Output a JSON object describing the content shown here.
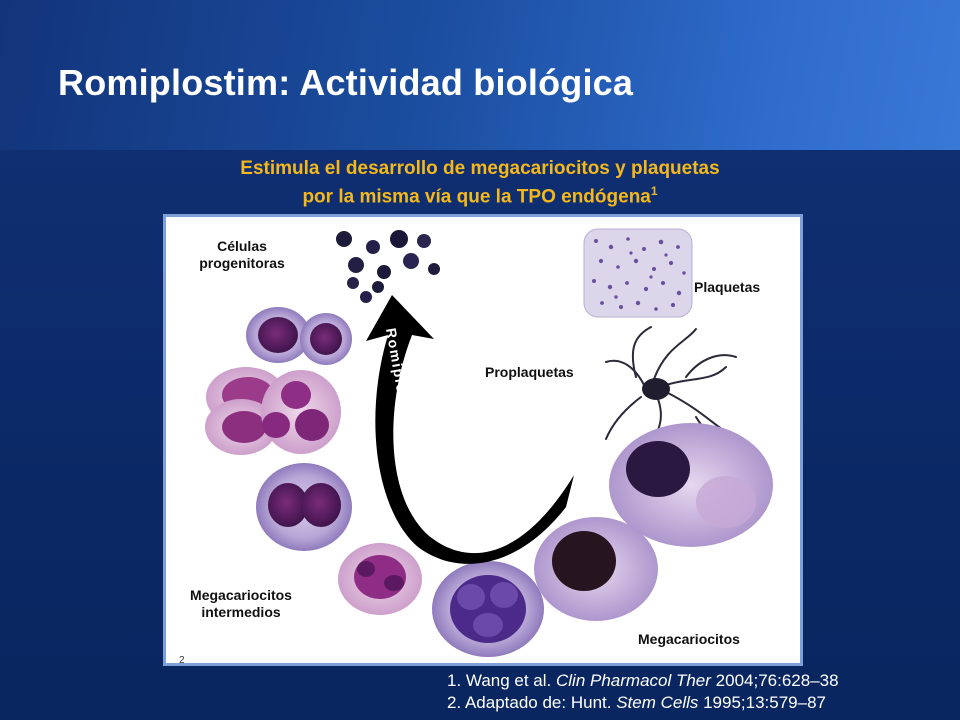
{
  "slide": {
    "title": "Romiplostim: Actividad biológica",
    "subtitle_line1": "Estimula el desarrollo de megacariocitos y plaquetas",
    "subtitle_line2": "por la misma vía que la TPO endógena",
    "subtitle_sup": "1",
    "slide_number": "2"
  },
  "figure": {
    "label_progenitoras_1": "Células",
    "label_progenitoras_2": "progenitoras",
    "label_plaquetas": "Plaquetas",
    "label_proplaquetas": "Proplaquetas",
    "label_intermedios_1": "Megacariocitos",
    "label_intermedios_2": "intermedios",
    "label_megacariocitos": "Megacariocitos",
    "arrow_label": "Romiplostim"
  },
  "references": [
    {
      "prefix": "1. Wang et al. ",
      "journal": "Clin Pharmacol Ther",
      "suffix": " 2004;76:628–38"
    },
    {
      "prefix": "2. Adaptado de: Hunt. ",
      "journal": "Stem Cells",
      "suffix": " 1995;13:579–87"
    }
  ],
  "colors": {
    "title": "#ffffff",
    "subtitle": "#f4b81c",
    "background": "#0c2a6b"
  }
}
